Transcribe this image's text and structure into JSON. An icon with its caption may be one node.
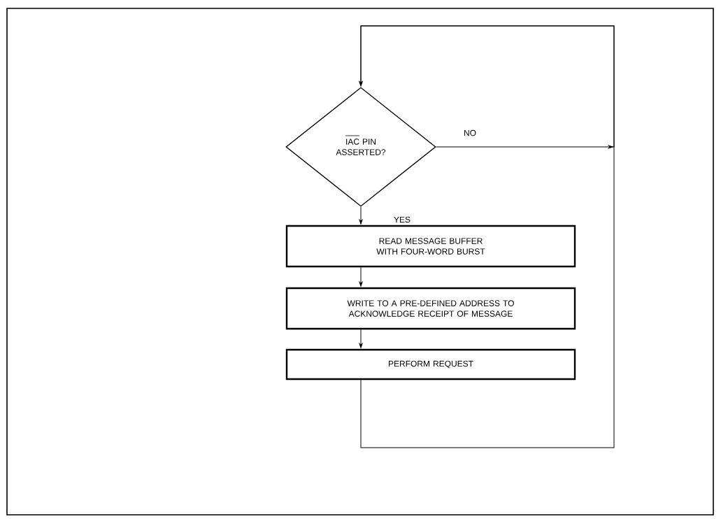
{
  "diagram": {
    "nodes": [
      {
        "text": [
          "IAC PIN ASSERTED?"
        ]
      },
      {
        "text": [
          "READ MESSAGE BUFFER WITH FOUR-WORD BURST"
        ]
      },
      {
        "text": [
          "WRITE TO A PRE-DEFINED ADDRESS TO ACKNOWLEDGE RECEIPT OF MESSAGE"
        ]
      },
      {
        "text": [
          "PERFORM REQUEST"
        ]
      }
    ],
    "edges": [
      {
        "from": 0,
        "to": 1,
        "arrow": "to",
        "label": "YES"
      },
      {
        "from": 1,
        "to": 2,
        "arrow": "to"
      },
      {
        "from": 2,
        "to": 3,
        "arrow": "to"
      },
      {
        "from": 3,
        "to": 0,
        "arrow": "to"
      },
      {
        "from": 0,
        "to": 0,
        "arrow": "to",
        "label": "NO"
      }
    ]
  }
}
